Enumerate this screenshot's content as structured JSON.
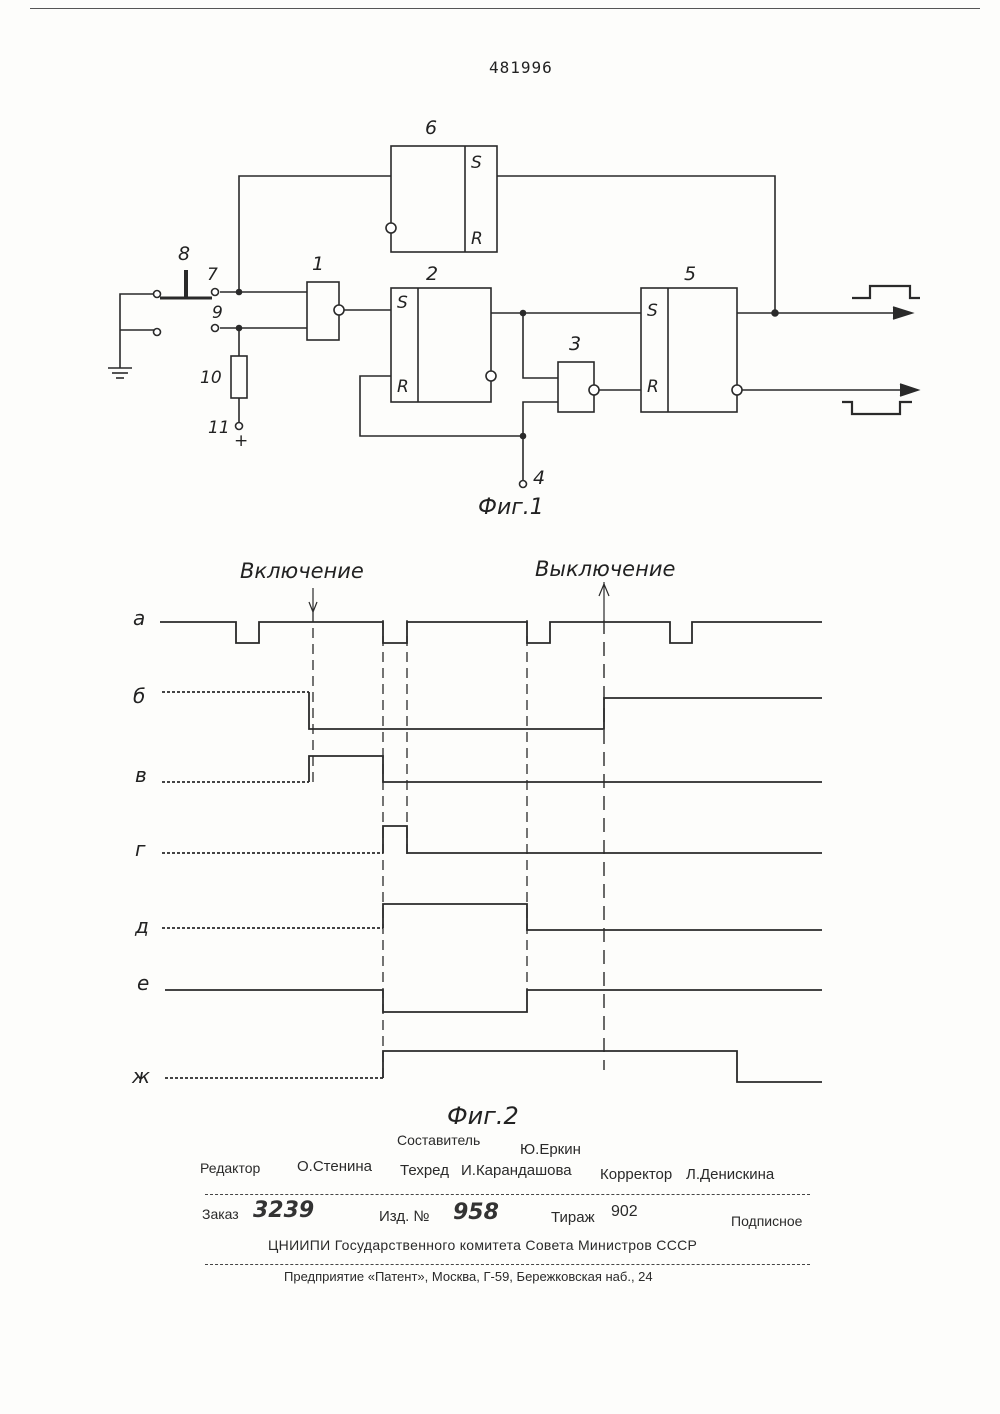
{
  "patent_number": "481996",
  "fig1": {
    "caption": "Фиг.1",
    "labels": {
      "n1": "1",
      "n2": "2",
      "n3": "3",
      "n4": "4",
      "n5": "5",
      "n6": "6",
      "n7": "7",
      "n8": "8",
      "n9": "9",
      "n10": "10",
      "n11": "11",
      "plus": "+",
      "s2": "S",
      "r2": "R",
      "s5": "S",
      "r5": "R",
      "s6": "S",
      "r6": "R"
    }
  },
  "fig2": {
    "caption": "Фиг.2",
    "on_label": "Включение",
    "off_label": "Выключение",
    "traces": [
      "а",
      "б",
      "в",
      "г",
      "д",
      "е",
      "ж"
    ]
  },
  "footer": {
    "compiler_label": "Составитель",
    "compiler_name": "Ю.Еркин",
    "editor_label": "Редактор",
    "editor_name": "О.Стенина",
    "techred_label": "Техред",
    "techred_name": "И.Карандашова",
    "corrector_label": "Корректор",
    "corrector_name": "Л.Денискина",
    "order_label": "Заказ",
    "order_value": "3239",
    "issue_label": "Изд. №",
    "issue_value": "958",
    "print_run_label": "Тираж",
    "print_run_value": "902",
    "subscription": "Подписное",
    "organization": "ЦНИИПИ Государственного комитета Совета Министров СССР",
    "address": "Предприятие «Патент», Москва, Г-59, Бережковская наб., 24"
  }
}
